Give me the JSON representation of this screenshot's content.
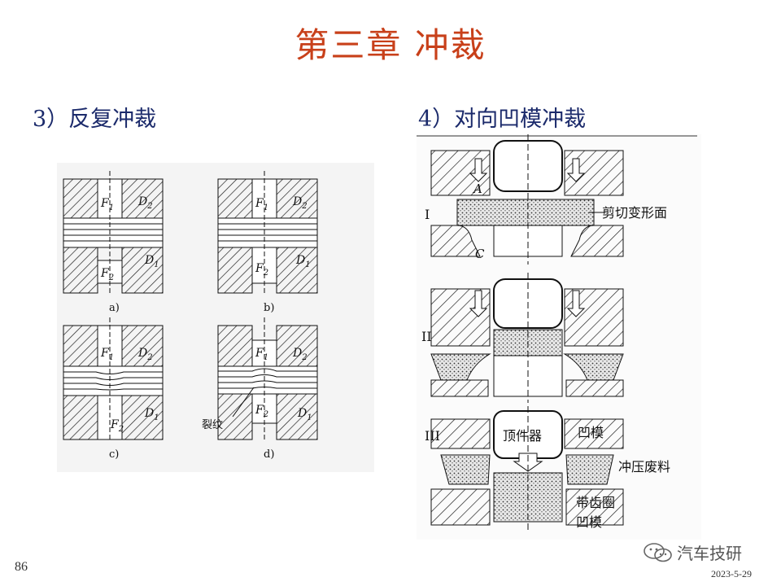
{
  "title": "第三章  冲裁",
  "left_section": {
    "heading": "3）反复冲裁",
    "subfigs": [
      {
        "caption": "a)",
        "f1": "F",
        "f1_sub": "1",
        "f2": "F",
        "f2_sub": "2",
        "d1": "D",
        "d1_sub": "1",
        "d2": "D",
        "d2_sub": "2"
      },
      {
        "caption": "b)",
        "f1": "F",
        "f1_sub": "1",
        "f2": "F",
        "f2_sub": "2",
        "d1": "D",
        "d1_sub": "1",
        "d2": "D",
        "d2_sub": "2"
      },
      {
        "caption": "c)",
        "f1": "F",
        "f1_sub": "1",
        "f2": "F",
        "f2_sub": "2",
        "d1": "D",
        "d1_sub": "1",
        "d2": "D",
        "d2_sub": "2"
      },
      {
        "caption": "d)",
        "f1": "F",
        "f1_sub": "1",
        "f2": "F",
        "f2_sub": "2",
        "d1": "D",
        "d1_sub": "1",
        "d2": "D",
        "d2_sub": "2"
      }
    ],
    "crack_label": "裂纹"
  },
  "right_section": {
    "heading": "4）对向凹模冲裁",
    "stages": [
      "I",
      "II",
      "III"
    ],
    "label_A": "A",
    "label_C": "C",
    "shear_label": "剪切变形面",
    "ejector_label": "顶件器",
    "die_label": "凹模",
    "scrap_label": "冲压废料",
    "toothed_ring_label": "带齿圈",
    "toothed_die_label": "凹模"
  },
  "footer": {
    "page_number": "86",
    "date": "2023-5-29",
    "watermark": "汽车技研"
  },
  "colors": {
    "title": "#c8401a",
    "heading": "#1b2a6b"
  }
}
